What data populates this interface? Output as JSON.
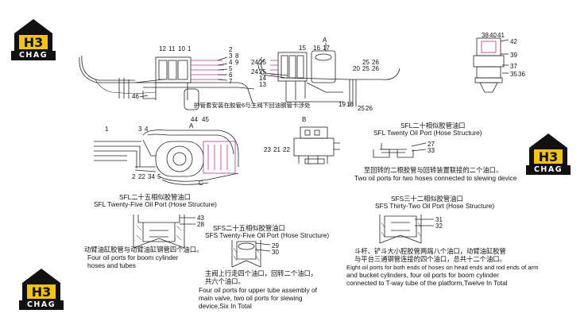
{
  "colors": {
    "logo_dark": "#111111",
    "logo_gold": "#f2c318",
    "ink": "#222222",
    "magenta": "#b0359e"
  },
  "logos": {
    "word": "CHAG",
    "mark": "H3"
  },
  "top_left_assembly": {
    "labels": [
      "12",
      "11",
      "10",
      "1",
      "2",
      "3",
      "4",
      "5",
      "6",
      "7",
      "8",
      "9",
      "46",
      "44",
      "45"
    ],
    "note": "护管套安装在胶管6与主阀下回油钢管卡涉处"
  },
  "top_middle_assembly": {
    "labels": [
      "A",
      "15",
      "16",
      "17",
      "24",
      "25",
      "24",
      "25",
      "14",
      "13",
      "20",
      "25",
      "26",
      "2",
      "3",
      "4",
      "5",
      "19",
      "18",
      "25",
      "26"
    ]
  },
  "top_right_assembly": {
    "labels": [
      "38",
      "40",
      "41",
      "42",
      "39",
      "37",
      "35",
      "36"
    ]
  },
  "middle_left_assembly": {
    "labels": [
      "A",
      "1",
      "3",
      "4",
      "2",
      "22",
      "34",
      "5",
      "C"
    ]
  },
  "middle_center_assembly": {
    "labels": [
      "B",
      "23",
      "21",
      "22"
    ]
  },
  "sfl_twenty": {
    "title_cn": "SFL二十相似胶管油口",
    "title_en": "SFL Twenty  Oil Port (Hose Structure)",
    "labels": [
      "27",
      "33"
    ],
    "desc_cn": "至回转的二根胶管与回转装置联接的二个油口。",
    "desc_en": "Two oil ports for two hoses connected to slewing device"
  },
  "sfl_twentyfive": {
    "title_cn": "SFL二十五相似胶管油口",
    "title_en": "SFL Twenty-Five  Oil Port (Hose Structure)",
    "labels": [
      "43",
      "28"
    ],
    "desc_cn": "动臂油缸胶管与动臂油缸钢管四个油口。",
    "desc_en_1": "Four oil ports for boom cylinder",
    "desc_en_2": "hoses and tubes"
  },
  "sfs_twentyfive": {
    "title_cn": "SFS二十五相似胶管油口",
    "title_en": "SFS Twenty-Five  Oil Port (Hose Structure)",
    "labels": [
      "29",
      "30"
    ],
    "desc_cn_1": "主阀上行走四个油口，回转二个油口，",
    "desc_cn_2": "共六个油口。",
    "desc_en_1": "Four oil ports for upper tube assembly of",
    "desc_en_2": "main valve, two oil ports for slewing",
    "desc_en_3": "device,Six In Total"
  },
  "sfs_thirtytwo": {
    "title_cn": "SFS三十二相似胶管油口",
    "title_en": "SFS Thirty-Two Oil Port (Hose Structure)",
    "labels": [
      "31",
      "32"
    ],
    "desc_cn_1": "斗杆、铲斗大小腔胶管两端八个油口，动臂油缸胶管",
    "desc_cn_2": "与平台三通钢管连接的四个油口，总共十二个油口。",
    "desc_en_1": "Eight oil ports for both ends of hoses on head ends and rod ends of arm",
    "desc_en_2": "and bucket cylinders, four oil ports for boom cylinder",
    "desc_en_3": "connected to T-way tube of the platform,Twelve In Total"
  }
}
